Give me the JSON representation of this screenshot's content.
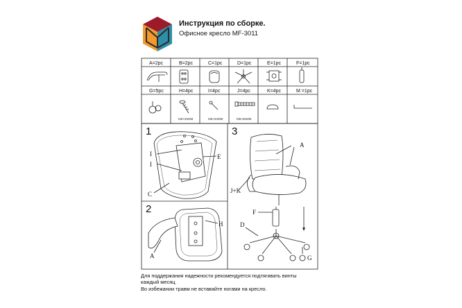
{
  "header": {
    "title": "Инструкция по сборке.",
    "subtitle": "Офисное кресло MF-3011"
  },
  "parts": [
    {
      "label": "A=2pc",
      "size": ""
    },
    {
      "label": "B=2pc",
      "size": ""
    },
    {
      "label": "C=1pc",
      "size": ""
    },
    {
      "label": "D=1pc",
      "size": ""
    },
    {
      "label": "E=1pc",
      "size": ""
    },
    {
      "label": "F=1pc",
      "size": ""
    },
    {
      "label": "G=5pc",
      "size": ""
    },
    {
      "label": "H=4pc",
      "size": "M6×25MM"
    },
    {
      "label": "I=4pc",
      "size": "M6×20MM"
    },
    {
      "label": "J=4pc",
      "size": "M8×66MM"
    },
    {
      "label": "K=4pc",
      "size": ""
    },
    {
      "label": "M =1pc",
      "size": ""
    }
  ],
  "steps": {
    "step1": {
      "number": "1",
      "callouts": {
        "i1": "I",
        "i2": "I",
        "e": "E",
        "c": "C"
      }
    },
    "step2": {
      "number": "2",
      "callouts": {
        "h": "H",
        "a": "A"
      }
    },
    "step3": {
      "number": "3",
      "callouts": {
        "a": "A",
        "jk": "J+K",
        "f": "F",
        "d": "D",
        "g": "G"
      }
    }
  },
  "footer": {
    "line1": "Для поддержания надежности рекомендуется подтягивать винты каждый месяц.",
    "line2": "Во избежании травм не вставайте ногами на кресло."
  },
  "colors": {
    "logo_top": "#9b1b2a",
    "logo_left": "#f29a2e",
    "logo_right": "#2e8fa8",
    "logo_frame": "#2b2b2b"
  }
}
